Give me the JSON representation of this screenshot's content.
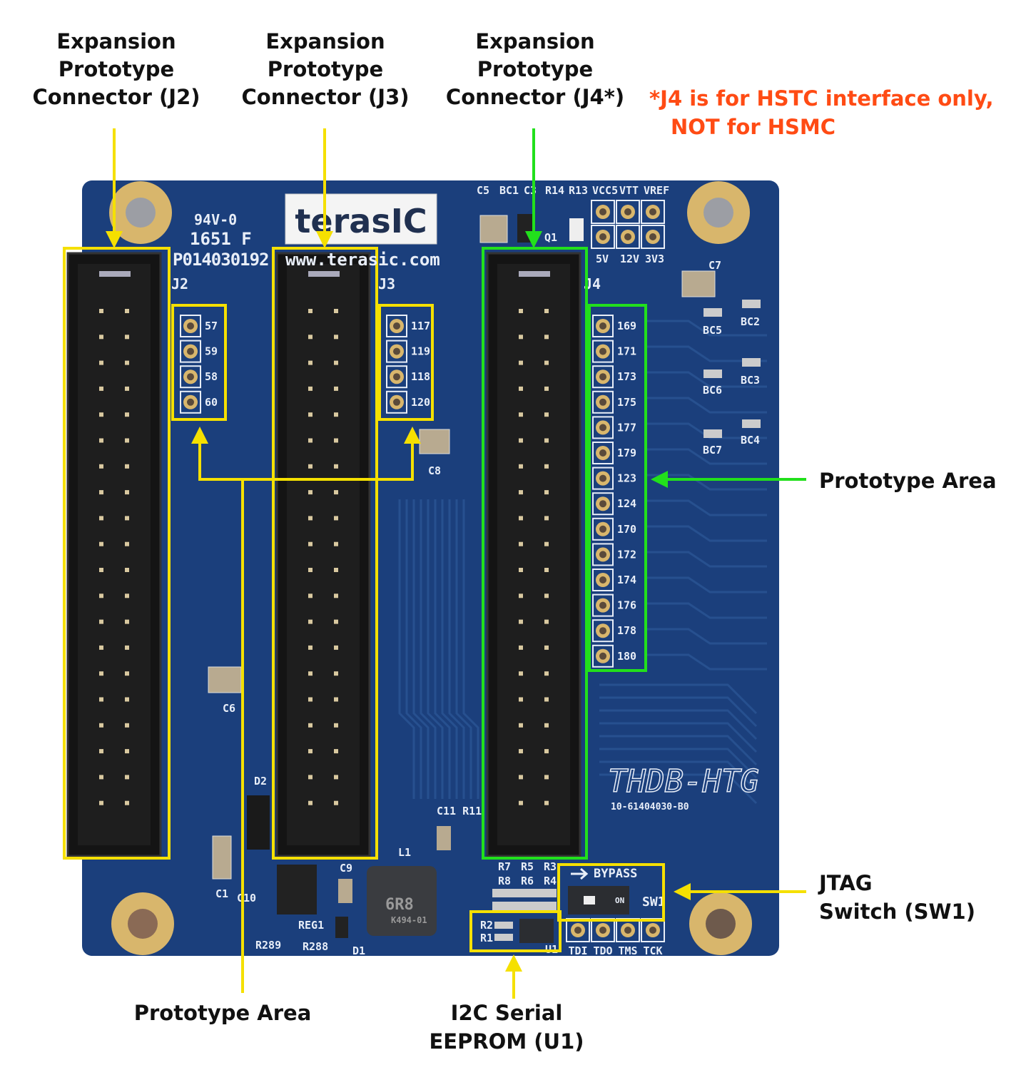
{
  "colors": {
    "board": "#1b3f7c",
    "annotation_yellow": "#f5e000",
    "annotation_green": "#22e01c",
    "note": "#ff4b14",
    "gold": "#d8b66c"
  },
  "labels": {
    "j2": [
      "Expansion",
      "Prototype",
      "Connector (J2)"
    ],
    "j3": [
      "Expansion",
      "Prototype",
      "Connector (J3)"
    ],
    "j4": [
      "Expansion",
      "Prototype",
      "Connector (J4*)"
    ],
    "note": [
      "*J4 is for HSTC interface only,",
      "NOT for HSMC"
    ],
    "prototype_area_right": "Prototype Area",
    "prototype_area_bottom": "Prototype Area",
    "jtag": [
      "JTAG",
      "Switch (SW1)"
    ],
    "eeprom": [
      "I2C Serial",
      "EEPROM (U1)"
    ]
  },
  "board": {
    "logo": "terasIC",
    "website": "www.terasic.com",
    "rating": "94V-0",
    "date_code": "1651 F",
    "serial": "P014030192",
    "model": "THDB-HTG",
    "part_number": "10-61404030-B0",
    "connectors": [
      "J2",
      "J3",
      "J4"
    ],
    "j2_header_pins": [
      "57",
      "59",
      "58",
      "60"
    ],
    "j3_header_pins": [
      "117",
      "119",
      "118",
      "120"
    ],
    "j4_header_pins": [
      "169",
      "171",
      "173",
      "175",
      "177",
      "179",
      "123",
      "124",
      "170",
      "172",
      "174",
      "176",
      "178",
      "180"
    ],
    "power_labels_top": [
      "VCC5",
      "VTT",
      "VREF"
    ],
    "power_labels_bottom": [
      "5V",
      "12V",
      "3V3"
    ],
    "top_parts": [
      "C5",
      "BC1",
      "C3",
      "R14",
      "R13",
      "Q1"
    ],
    "bypass_caps": [
      "C7",
      "BC2",
      "BC5",
      "BC3",
      "BC6",
      "BC4",
      "BC7"
    ],
    "misc_parts": [
      "C8",
      "C6",
      "D2",
      "C11 R11",
      "L1",
      "REG1",
      "C9",
      "C10",
      "C1",
      "R289",
      "R288",
      "D1"
    ],
    "inductor_marking": [
      "6R8",
      "K494-01"
    ],
    "resistors": [
      "R7",
      "R5",
      "R3",
      "R8",
      "R6",
      "R4",
      "R2",
      "R1",
      "U1"
    ],
    "switch": {
      "label": "SW1",
      "bypass": "BYPASS",
      "on": "ON"
    },
    "jtag_pins": [
      "TDI",
      "TDO",
      "TMS",
      "TCK"
    ]
  }
}
